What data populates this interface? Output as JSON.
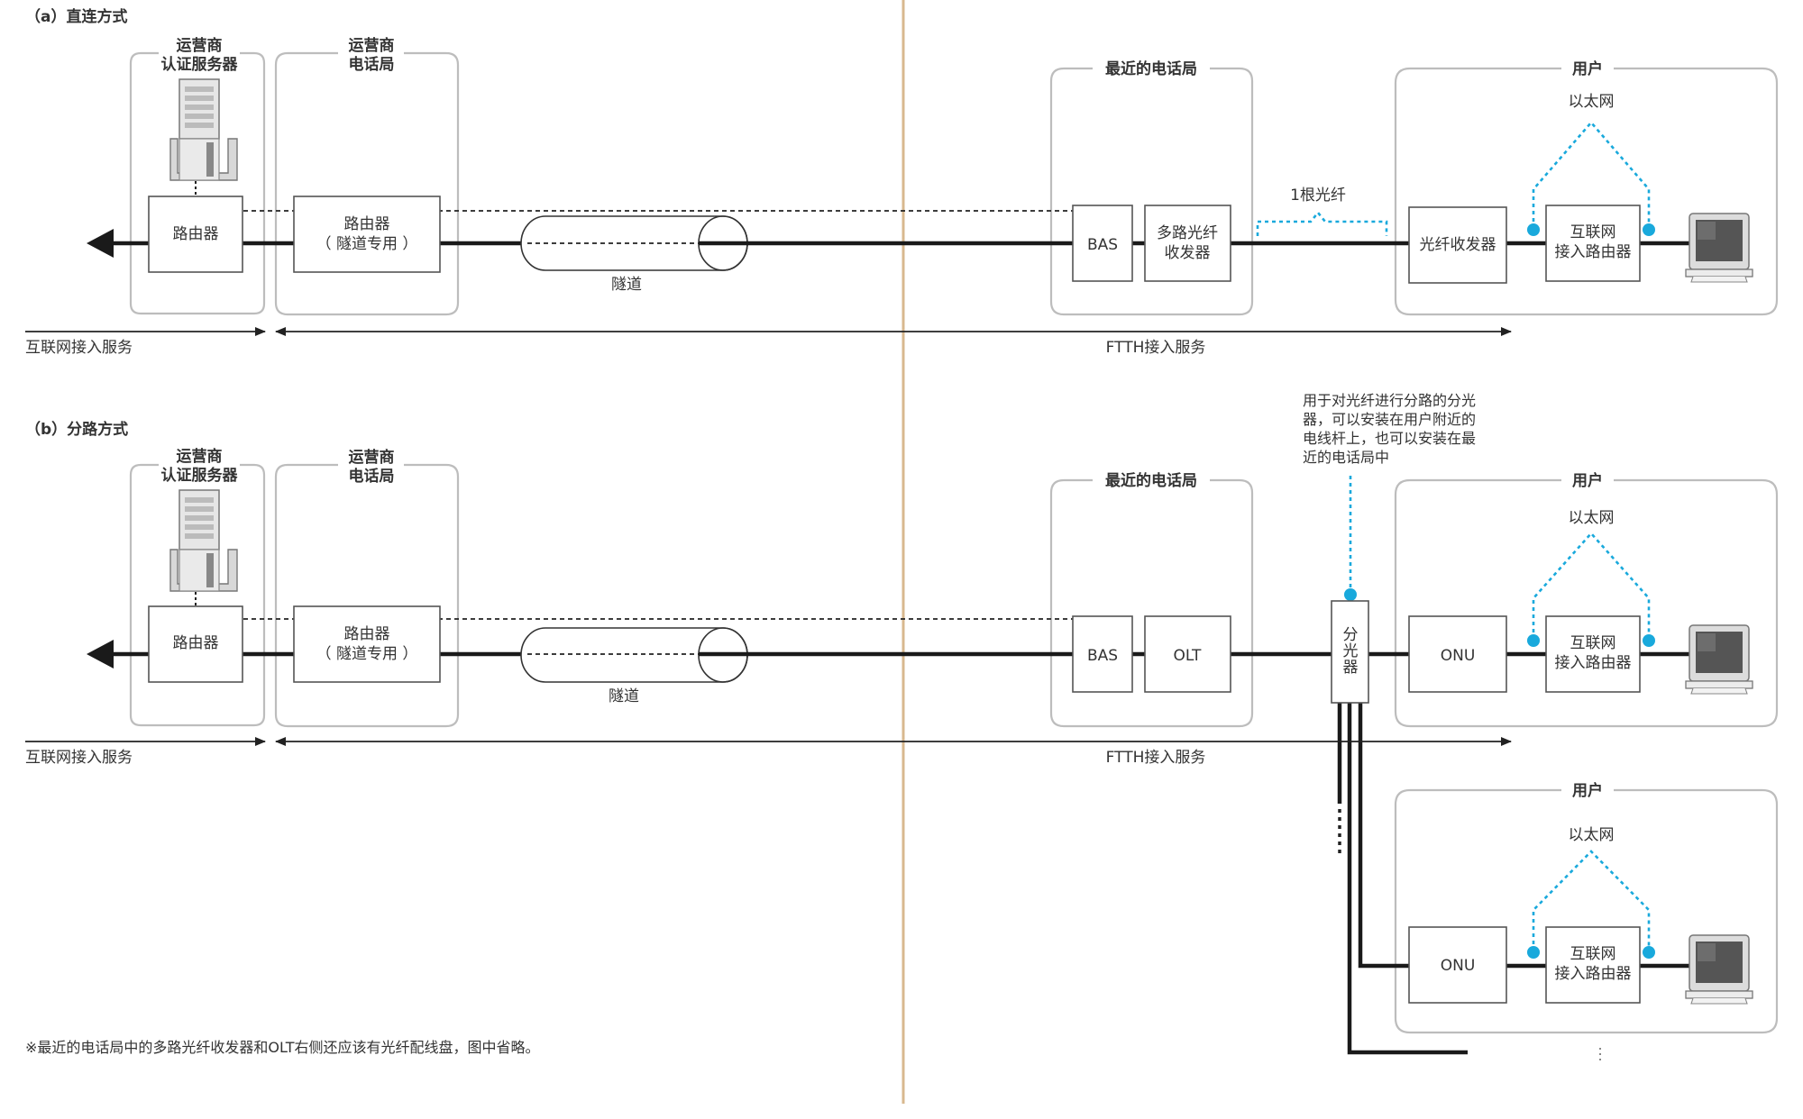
{
  "section_a": {
    "title": "（a）直连方式",
    "isp_auth": [
      "运营商",
      "认证服务器"
    ],
    "isp_office": [
      "运营商",
      "电话局"
    ],
    "router": "路由器",
    "router_tunnel": [
      "路由器",
      "（ 隧道专用 ）"
    ],
    "tunnel": "隧道",
    "nearest_office": "最近的电话局",
    "bas": "BAS",
    "mux": [
      "多路光纤",
      "收发器"
    ],
    "fiber": "1根光纤",
    "user": "用户",
    "transceiver": "光纤收发器",
    "ethernet": "以太网",
    "home_router": [
      "互联网",
      "接入路由器"
    ],
    "internet_service": "互联网接入服务",
    "ftth_service": "FTTH接入服务"
  },
  "section_b": {
    "title": "（b）分路方式",
    "isp_auth": [
      "运营商",
      "认证服务器"
    ],
    "isp_office": [
      "运营商",
      "电话局"
    ],
    "router": "路由器",
    "router_tunnel": [
      "路由器",
      "（ 隧道专用 ）"
    ],
    "tunnel": "隧道",
    "nearest_office": "最近的电话局",
    "bas": "BAS",
    "olt": "OLT",
    "splitter": [
      "分",
      "光",
      "器"
    ],
    "splitter_note": [
      "用于对光纤进行分路的分光",
      "器，可以安装在用户附近的",
      "电线杆上，也可以安装在最",
      "近的电话局中"
    ],
    "user": "用户",
    "user2": "用户",
    "onu": "ONU",
    "onu2": "ONU",
    "ethernet": "以太网",
    "ethernet2": "以太网",
    "home_router": [
      "互联网",
      "接入路由器"
    ],
    "home_router2": [
      "互联网",
      "接入路由器"
    ],
    "internet_service": "互联网接入服务",
    "ftth_service": "FTTH接入服务"
  },
  "footnote": "※最近的电话局中的多路光纤收发器和OLT右侧还应该有光纤配线盘，图中省略。",
  "colors": {
    "cyan": "#19a9dc",
    "divider": "#d8b98f",
    "group_border": "#bdbdbd"
  },
  "icons": [
    "server-icon",
    "computer-icon",
    "arrow-left-icon"
  ]
}
